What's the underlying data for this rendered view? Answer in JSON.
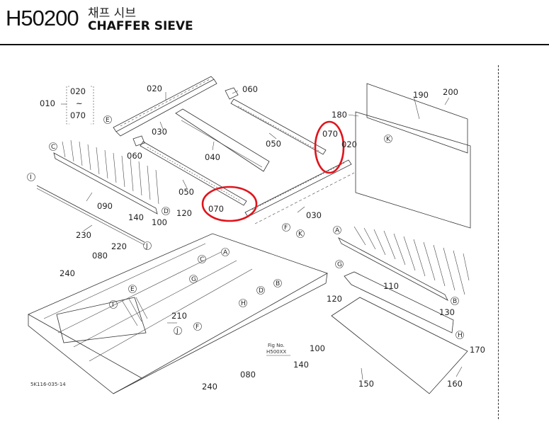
{
  "header": {
    "part_code": "H50200",
    "title_korean": "채프 시브",
    "title_english": "CHAFFER SIEVE"
  },
  "range_note": {
    "from": "020",
    "tilde": "~",
    "to": "070"
  },
  "callouts": {
    "p010": "010",
    "p020a": "020",
    "p020b": "020",
    "p030a": "030",
    "p030b": "030",
    "p040": "040",
    "p050a": "050",
    "p050b": "050",
    "p060a": "060",
    "p060b": "060",
    "p070a": "070",
    "p070b": "070",
    "p080a": "080",
    "p080b": "080",
    "p090": "090",
    "p100a": "100",
    "p100b": "100",
    "p110": "110",
    "p120a": "120",
    "p120b": "120",
    "p130": "130",
    "p140a": "140",
    "p140b": "140",
    "p150": "150",
    "p160": "160",
    "p170": "170",
    "p180": "180",
    "p190": "190",
    "p200": "200",
    "p210": "210",
    "p220": "220",
    "p230": "230",
    "p240a": "240",
    "p240b": "240"
  },
  "ref_letters": {
    "a1": "A",
    "a2": "A",
    "b1": "B",
    "b2": "B",
    "c1": "C",
    "c2": "C",
    "d1": "D",
    "d2": "D",
    "e1": "E",
    "e2": "E",
    "f1": "F",
    "f2": "F",
    "g1": "G",
    "g2": "G",
    "h1": "H",
    "h2": "H",
    "i1": "I",
    "i2": "I",
    "j1": "J",
    "j2": "J",
    "k1": "K",
    "k2": "K"
  },
  "fig_note": {
    "line1": "Fig No.",
    "line2": "H500XX"
  },
  "drawing_number": "5K116-035-14",
  "highlight_color": "#e0141c"
}
